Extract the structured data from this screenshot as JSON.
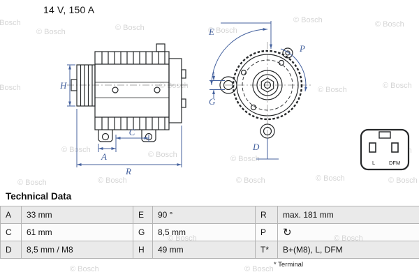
{
  "header": {
    "rating": "14 V, 150 A"
  },
  "watermark": "© Bosch",
  "drawings": {
    "side_view": {
      "labels": {
        "H": "H",
        "A": "A",
        "C": "C",
        "R": "R"
      }
    },
    "front_view": {
      "labels": {
        "E": "E",
        "P": "P",
        "G": "G",
        "D": "D"
      }
    },
    "connector": {
      "pin_left": "L",
      "pin_right": "DFM"
    }
  },
  "technical_data": {
    "title": "Technical Data",
    "rows": [
      [
        {
          "label": "A",
          "value": "33 mm"
        },
        {
          "label": "E",
          "value": "90 °"
        },
        {
          "label": "R",
          "value": "max. 181 mm"
        }
      ],
      [
        {
          "label": "C",
          "value": "61 mm"
        },
        {
          "label": "G",
          "value": "8,5 mm"
        },
        {
          "label": "P",
          "value": "↻",
          "icon_name": "rotation-clockwise"
        }
      ],
      [
        {
          "label": "D",
          "value": "8,5 mm / M8"
        },
        {
          "label": "H",
          "value": "49 mm"
        },
        {
          "label": "T*",
          "value": "B+(M8), L, DFM"
        }
      ]
    ],
    "footnote": "* Terminal"
  },
  "colors": {
    "dimension_blue": "#44619e",
    "watermark_gray": "#d5d5d5",
    "row_shade": "#eaeaea"
  }
}
